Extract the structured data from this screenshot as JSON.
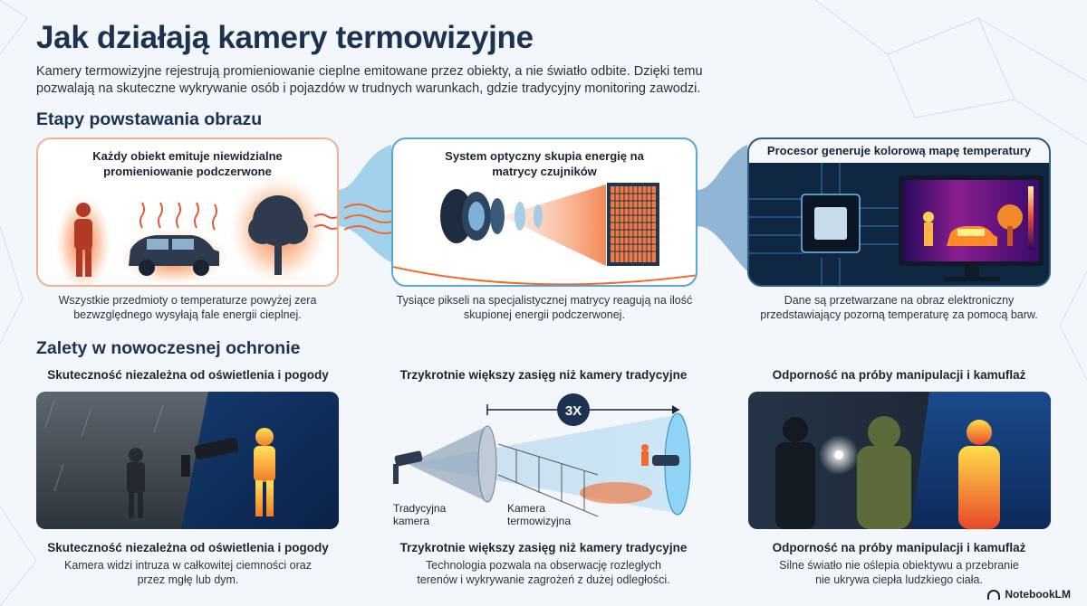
{
  "header": {
    "title": "Jak działają kamery termowizyjne",
    "intro": "Kamery termowizyjne rejestrują promieniowanie cieplne emitowane przez obiekty, a nie światło odbite. Dzięki temu pozwalają na skuteczne wykrywanie osób i pojazdów w trudnych warunkach, gdzie tradycyjny monitoring zawodzi."
  },
  "stages": {
    "heading": "Etapy powstawania obrazu",
    "items": [
      {
        "title": "Każdy obiekt emituje niewidzialne promieniowanie podczerwone",
        "caption": "Wszystkie przedmioty o temperaturze powyżej zera bezwzględnego wysyłają fale energii cieplnej."
      },
      {
        "title": "System optyczny skupia energię na matrycy czujników",
        "caption": "Tysiące pikseli na specjalistycznej matrycy reagują na ilość skupionej energii podczerwonej."
      },
      {
        "title": "Procesor generuje kolorową mapę temperatury",
        "caption": "Dane są przetwarzane na obraz elektroniczny przedstawiający pozorną temperaturę za pomocą barw."
      }
    ]
  },
  "advantages": {
    "heading": "Zalety w nowoczesnej ochronie",
    "items": [
      {
        "title": "Skuteczność niezależna od oświetlenia i pogody",
        "caption": "Kamera widzi intruza w całkowitej ciemności oraz przez mgłę lub dym."
      },
      {
        "title": "Trzykrotnie większy zasięg niż kamery tradycyjne",
        "caption": "Technologia pozwala na obserwację rozległych terenów i wykrywanie zagrożeń z dużej odległości.",
        "multiplier": "3X",
        "label_traditional": "Tradycyjna kamera",
        "label_thermal": "Kamera termowizyjna"
      },
      {
        "title": "Odporność na próby manipulacji i kamuflaż",
        "caption": "Silne światło nie oślepia obiektywu a przebranie nie ukrywa ciepła ludzkiego ciała."
      }
    ]
  },
  "brand": "NotebookLM",
  "colors": {
    "heading": "#1d3150",
    "heat_orange": "#f26a2a",
    "cool_blue": "#3f8fd0",
    "panel_dark": "#0f2740"
  }
}
